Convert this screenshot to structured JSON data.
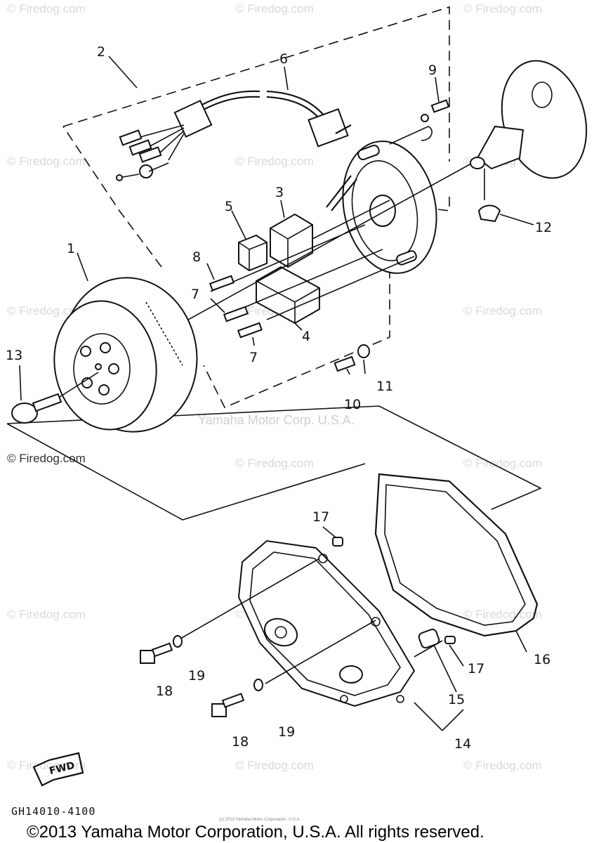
{
  "diagram": {
    "part_labels": [
      "1",
      "2",
      "3",
      "4",
      "5",
      "6",
      "7",
      "7",
      "8",
      "9",
      "10",
      "11",
      "12",
      "13",
      "14",
      "15",
      "16",
      "17",
      "17",
      "18",
      "18",
      "19",
      "19"
    ],
    "watermark": "© Firedog.com",
    "center_watermark": "Yamaha Motor Corp. U.S.A.",
    "fwd_label": "FWD",
    "diagram_code": "GH14010-4100",
    "small_print": "(c) 2013 Yamaha Motor Corporation, U.S.A.",
    "copyright": "©2013 Yamaha Motor Corporation, U.S.A. All rights reserved."
  }
}
